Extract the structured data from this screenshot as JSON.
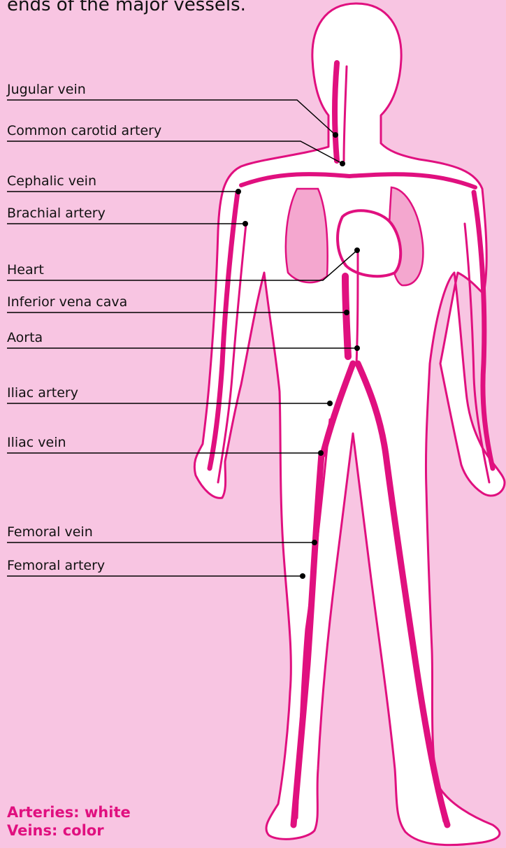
{
  "intro_text": "ends of the major vessels.",
  "labels": [
    {
      "id": "jugular-vein",
      "text": "Jugular vein"
    },
    {
      "id": "common-carotid-artery",
      "text": "Common carotid artery"
    },
    {
      "id": "cephalic-vein",
      "text": "Cephalic vein"
    },
    {
      "id": "brachial-artery",
      "text": "Brachial artery"
    },
    {
      "id": "heart",
      "text": "Heart"
    },
    {
      "id": "inferior-vena-cava",
      "text": "Inferior vena cava"
    },
    {
      "id": "aorta",
      "text": "Aorta"
    },
    {
      "id": "iliac-artery",
      "text": "Iliac artery"
    },
    {
      "id": "iliac-vein",
      "text": "Iliac vein"
    },
    {
      "id": "femoral-vein",
      "text": "Femoral vein"
    },
    {
      "id": "femoral-artery",
      "text": "Femoral artery"
    }
  ],
  "legend": {
    "arteries": "Arteries: white",
    "veins": "Veins: color"
  },
  "colors": {
    "background": "#f8c5e2",
    "vessel": "#e0107f",
    "body_fill": "#ffffff",
    "leader_line": "#000000"
  }
}
